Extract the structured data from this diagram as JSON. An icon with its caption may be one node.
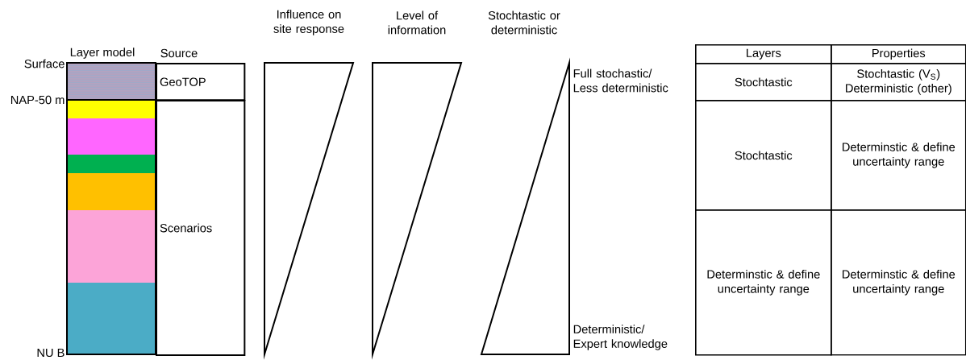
{
  "diagram": {
    "nodes": [
      {
        "text": [
          "GeoTOP"
        ]
      },
      {
        "text": [
          "Scenarios"
        ]
      },
      {
        "text": [],
        "shape": "triangle"
      },
      {
        "text": [],
        "shape": "triangle"
      },
      {
        "text": [],
        "shape": "triangle"
      }
    ],
    "labels": [
      "Influence on site response",
      "Level of information",
      "Stochtastic or deterministic",
      "Layer model",
      "Source",
      "Surface",
      "NAP-50 m",
      "NU  B",
      "Full stochastic/ Less deterministic",
      "Deterministic/ Expert knowledge",
      "Layers",
      "Properties",
      "Stochtastic",
      "Stochtastic (V$_{S}$) Deterministic (other)",
      "Stochtastic",
      "Determinstic & define uncertainty range",
      "Determinstic & define uncertainty range",
      "Determinstic & define uncertainty range"
    ]
  }
}
